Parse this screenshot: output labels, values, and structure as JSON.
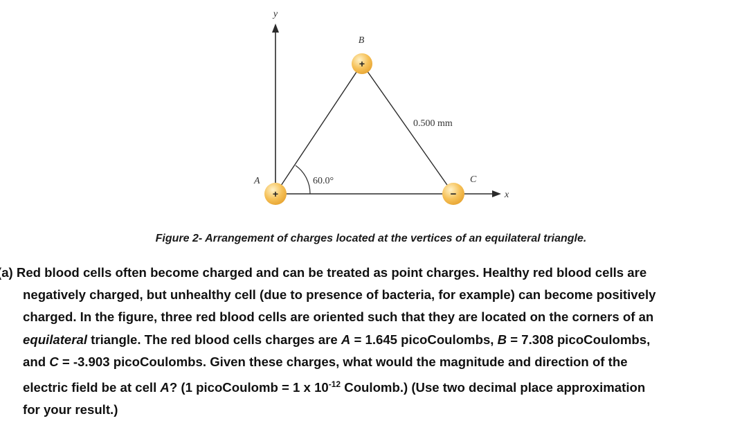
{
  "figure": {
    "axis_y_label": "y",
    "axis_x_label": "x",
    "vertex_a_label": "A",
    "vertex_b_label": "B",
    "vertex_c_label": "C",
    "charge_a_sign": "+",
    "charge_b_sign": "+",
    "charge_c_sign": "−",
    "angle_label": "60.0°",
    "side_label": "0.500 mm",
    "colors": {
      "charge_fill": "#f3bb4a",
      "charge_highlight": "#fff2c8",
      "line": "#2a2a2a"
    }
  },
  "caption": "Figure 2- Arrangement of charges located at the vertices of an equilateral triangle.",
  "problem": {
    "line1": "(a) Red blood cells often become charged and can be treated as point charges.  Healthy red blood cells are",
    "line2": "negatively charged, but unhealthy cell (due to presence of bacteria, for example) can become positively",
    "line3": "charged.  In the figure, three red blood cells are oriented such that they are located on the corners of an",
    "line4_a": "equilateral",
    "line4_b": " triangle.  The red blood cells charges are ",
    "line4_c": "A",
    "line4_d": " = 1.645 picoCoulombs, ",
    "line4_e": "B",
    "line4_f": " = 7.308 picoCoulombs,",
    "line5_a": "and ",
    "line5_b": "C",
    "line5_c": " = -3.903 picoCoulombs.  Given these charges, what would the magnitude and direction of the",
    "line6_a": "electric field be at cell ",
    "line6_b": "A",
    "line6_c": "?  (1 picoCoulomb = 1 x 10",
    "line6_exp": "-12",
    "line6_d": " Coulomb.)  (Use two decimal place approximation",
    "line7": "for your result.)"
  }
}
